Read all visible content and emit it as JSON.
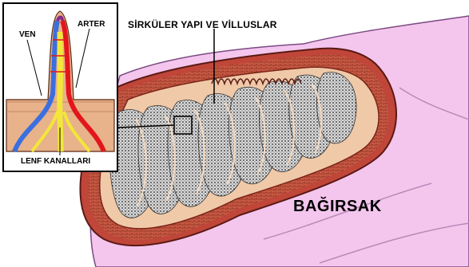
{
  "labels": {
    "ven": "VEN",
    "arter": "ARTER",
    "lenf": "LENF KANALLARI",
    "sirkuler": "SİRKÜLER YAPI VE VİLLUSLAR",
    "bagirsak": "BAĞIRSAK"
  },
  "colors": {
    "artery": "#e3161c",
    "vein": "#3a6fe0",
    "lymph": "#f3e63a",
    "tissue": "#e8b28a",
    "wall": "#c0463a",
    "outer_pink": "#f4c6ee"
  }
}
